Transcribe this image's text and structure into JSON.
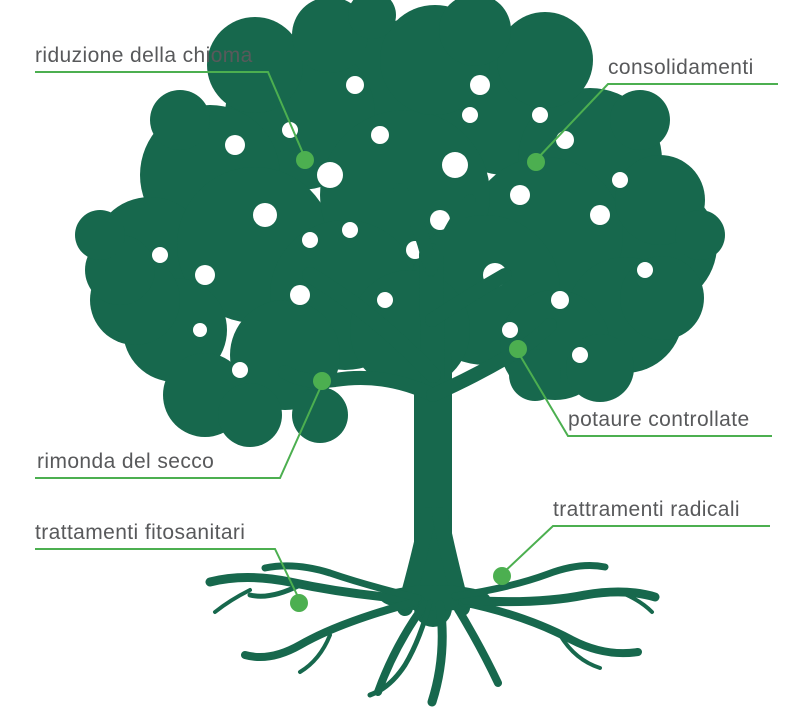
{
  "diagram": {
    "subject": "tree-care-infographic",
    "labels": [
      {
        "text": "riduzione della chioma",
        "position": "top-left",
        "points_to": "crown"
      },
      {
        "text": "consolidamenti",
        "position": "top-right",
        "points_to": "crown"
      },
      {
        "text": "rimonda del secco",
        "position": "middle-left",
        "points_to": "left-branch"
      },
      {
        "text": "potaure controllate",
        "position": "middle-right",
        "points_to": "right-branch"
      },
      {
        "text": "trattamenti fitosanitari",
        "position": "bottom-left",
        "points_to": "roots-left"
      },
      {
        "text": "trattramenti radicali",
        "position": "bottom-right",
        "points_to": "roots-right"
      }
    ]
  },
  "colors": {
    "tree": "#17684d",
    "marker_dot": "#4caf50",
    "connector_line": "#4caf50",
    "label_text": "#58595b",
    "background": "#ffffff"
  }
}
